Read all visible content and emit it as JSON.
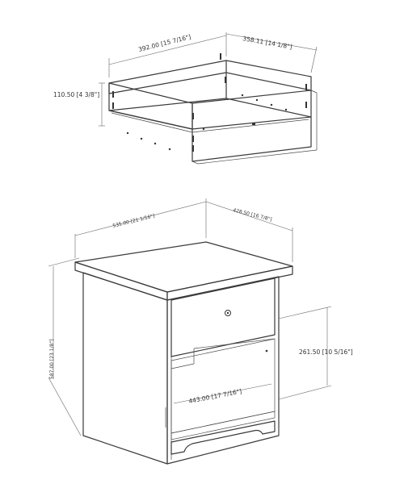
{
  "drawer_dimensions": {
    "width": "392.00 [15 7/16\"]",
    "depth": "358.11 [14 1/8\"]",
    "height": "110.50 [4 3/8\"]"
  },
  "nightstand_dimensions": {
    "width": "535.00 [21 1/16\"]",
    "depth": "428.50 [16 7/8\"]",
    "height": "587.00 [23 1/8\"]",
    "drawer_opening_height": "261.50 [10 5/16\"]",
    "shelf_opening_width": "443.00 [17 7/16\"]"
  },
  "colors": {
    "line": "#3a3a3a",
    "background": "#ffffff"
  }
}
